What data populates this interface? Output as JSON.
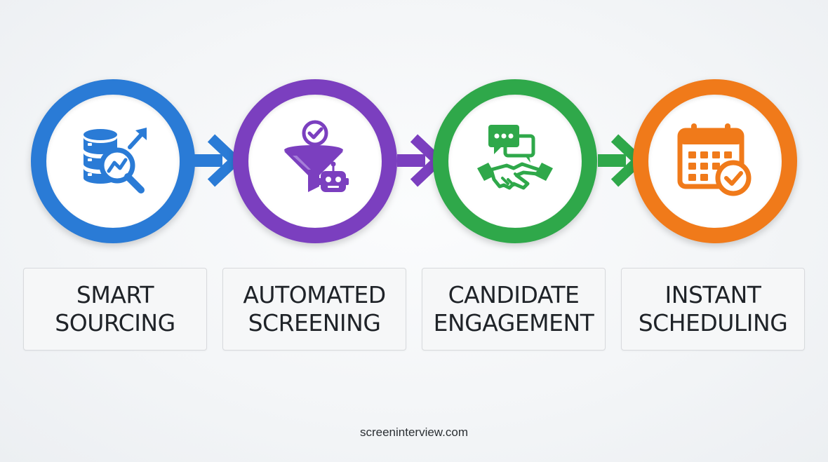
{
  "steps": [
    {
      "line1": "SMART",
      "line2": "SOURCING",
      "color": "#2a7bd6",
      "icon": "database-search-icon"
    },
    {
      "line1": "AUTOMATED",
      "line2": "SCREENING",
      "color": "#7b3fbf",
      "icon": "funnel-robot-icon"
    },
    {
      "line1": "CANDIDATE",
      "line2": "ENGAGEMENT",
      "color": "#2fa84a",
      "icon": "chat-handshake-icon"
    },
    {
      "line1": "INSTANT",
      "line2": "SCHEDULING",
      "color": "#f07a1a",
      "icon": "calendar-check-icon"
    }
  ],
  "footer": {
    "site": "screeninterview.com"
  }
}
